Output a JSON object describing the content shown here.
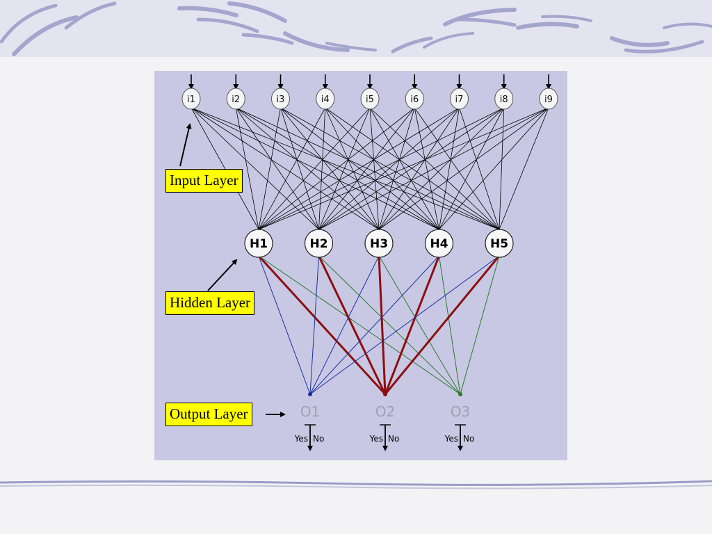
{
  "diagram": {
    "inputs": [
      "i1",
      "i2",
      "i3",
      "i4",
      "i5",
      "i6",
      "i7",
      "i8",
      "i9"
    ],
    "hidden": [
      "H1",
      "H2",
      "H3",
      "H4",
      "H5"
    ],
    "outputs": [
      "O1",
      "O2",
      "O3"
    ],
    "output_choices": {
      "yes": "Yes",
      "no": "No"
    },
    "callouts": {
      "input_layer": "Input Layer",
      "hidden_layer": "Hidden Layer",
      "output_layer": "Output Layer"
    },
    "connections": {
      "input_to_hidden": "all",
      "hidden_to_output": [
        {
          "from": "H1",
          "to": "O1",
          "color": "blue"
        },
        {
          "from": "H1",
          "to": "O2",
          "color": "red"
        },
        {
          "from": "H1",
          "to": "O3",
          "color": "green"
        },
        {
          "from": "H2",
          "to": "O1",
          "color": "blue"
        },
        {
          "from": "H2",
          "to": "O2",
          "color": "red"
        },
        {
          "from": "H2",
          "to": "O3",
          "color": "green"
        },
        {
          "from": "H3",
          "to": "O1",
          "color": "blue"
        },
        {
          "from": "H3",
          "to": "O2",
          "color": "red"
        },
        {
          "from": "H3",
          "to": "O3",
          "color": "green"
        },
        {
          "from": "H4",
          "to": "O1",
          "color": "blue"
        },
        {
          "from": "H4",
          "to": "O2",
          "color": "red"
        },
        {
          "from": "H4",
          "to": "O3",
          "color": "green"
        },
        {
          "from": "H5",
          "to": "O1",
          "color": "blue"
        },
        {
          "from": "H5",
          "to": "O2",
          "color": "red"
        },
        {
          "from": "H5",
          "to": "O3",
          "color": "green"
        }
      ],
      "highlighted_output": "O2"
    },
    "colors": {
      "panel": "#c8c8e4",
      "callout": "#ffff00",
      "blue": "#1c2fa0",
      "red": "#8b0f0f",
      "green": "#2a7a2a",
      "output_label": "#a0a0b4"
    }
  }
}
